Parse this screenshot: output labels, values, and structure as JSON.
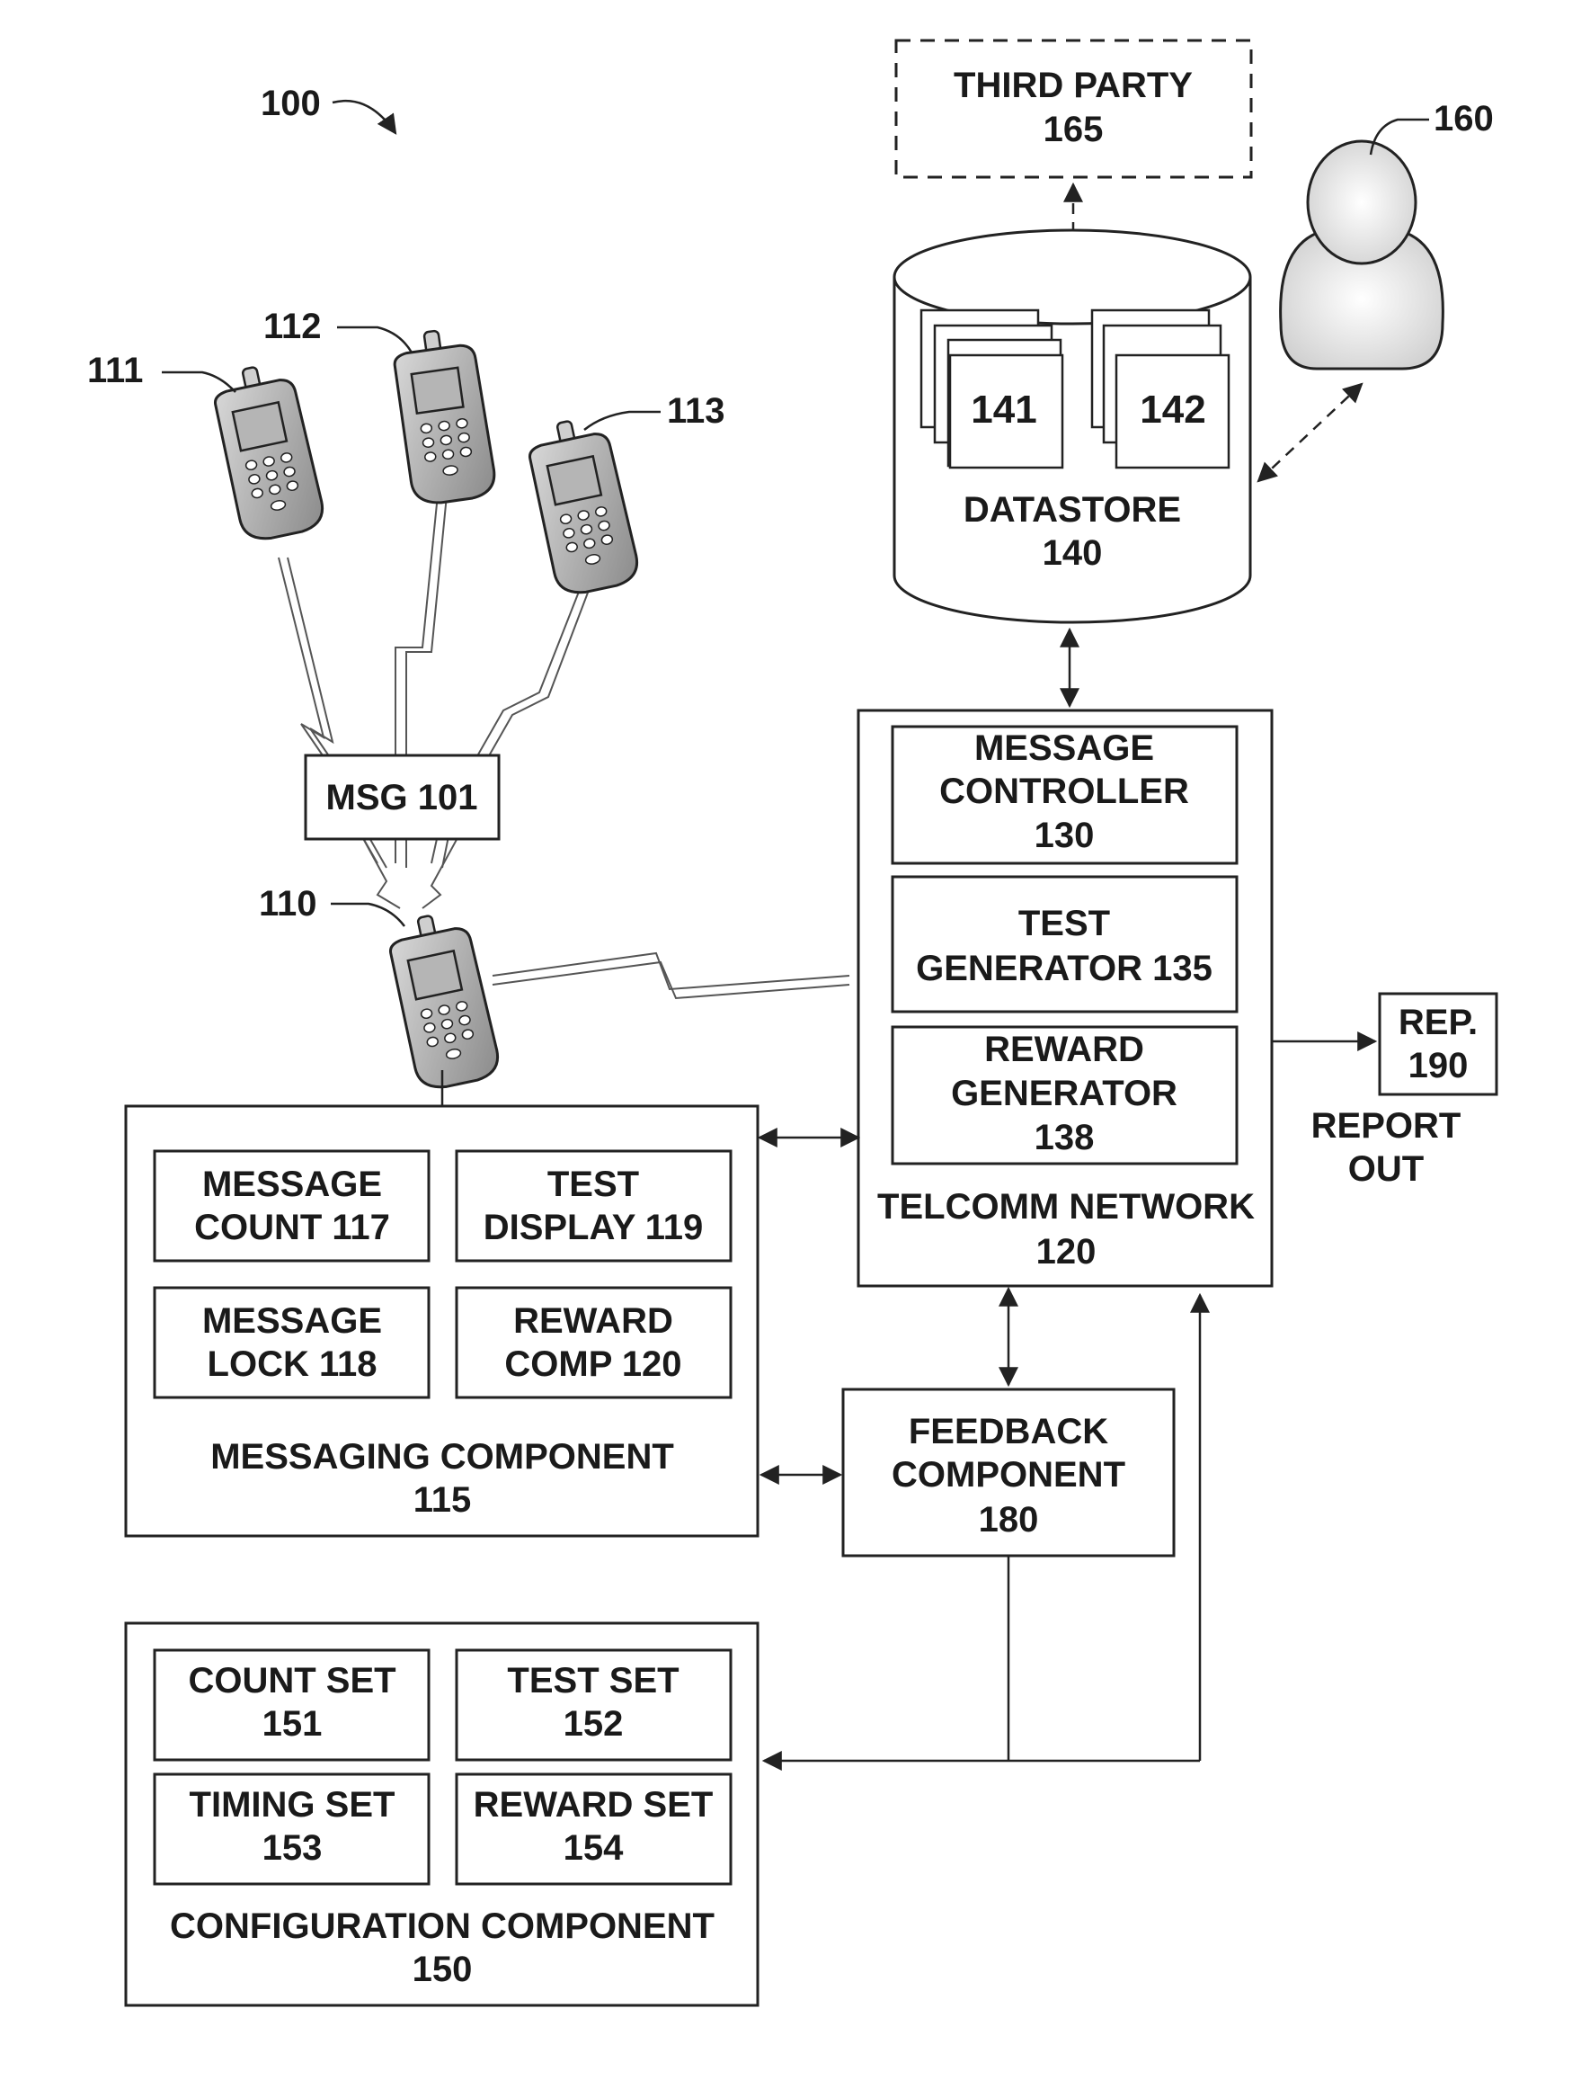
{
  "figure_ref": "100",
  "phones": {
    "p110": "110",
    "p111": "111",
    "p112": "112",
    "p113": "113"
  },
  "msg": "MSG 101",
  "third_party": {
    "line1": "THIRD PARTY",
    "line2": "165"
  },
  "user_ref": "160",
  "datastore": {
    "line1": "DATASTORE",
    "line2": "140",
    "doc1": "141",
    "doc2": "142"
  },
  "network": {
    "msg_ctrl": [
      "MESSAGE",
      "CONTROLLER",
      "130"
    ],
    "test_gen": [
      "TEST",
      "GENERATOR 135"
    ],
    "reward_gen": [
      "REWARD",
      "GENERATOR",
      "138"
    ],
    "title": [
      "TELCOMM NETWORK",
      "120"
    ]
  },
  "report": {
    "box": [
      "REP.",
      "190"
    ],
    "label": [
      "REPORT",
      "OUT"
    ]
  },
  "messaging": {
    "count": [
      "MESSAGE",
      "COUNT 117"
    ],
    "display": [
      "TEST",
      "DISPLAY 119"
    ],
    "lock": [
      "MESSAGE",
      "LOCK 118"
    ],
    "reward": [
      "REWARD",
      "COMP 120"
    ],
    "title": [
      "MESSAGING COMPONENT",
      "115"
    ]
  },
  "feedback": [
    "FEEDBACK",
    "COMPONENT",
    "180"
  ],
  "config": {
    "count_set": [
      "COUNT SET",
      "151"
    ],
    "test_set": [
      "TEST SET",
      "152"
    ],
    "timing_set": [
      "TIMING SET",
      "153"
    ],
    "reward_set": [
      "REWARD SET",
      "154"
    ],
    "title": [
      "CONFIGURATION COMPONENT",
      "150"
    ]
  }
}
